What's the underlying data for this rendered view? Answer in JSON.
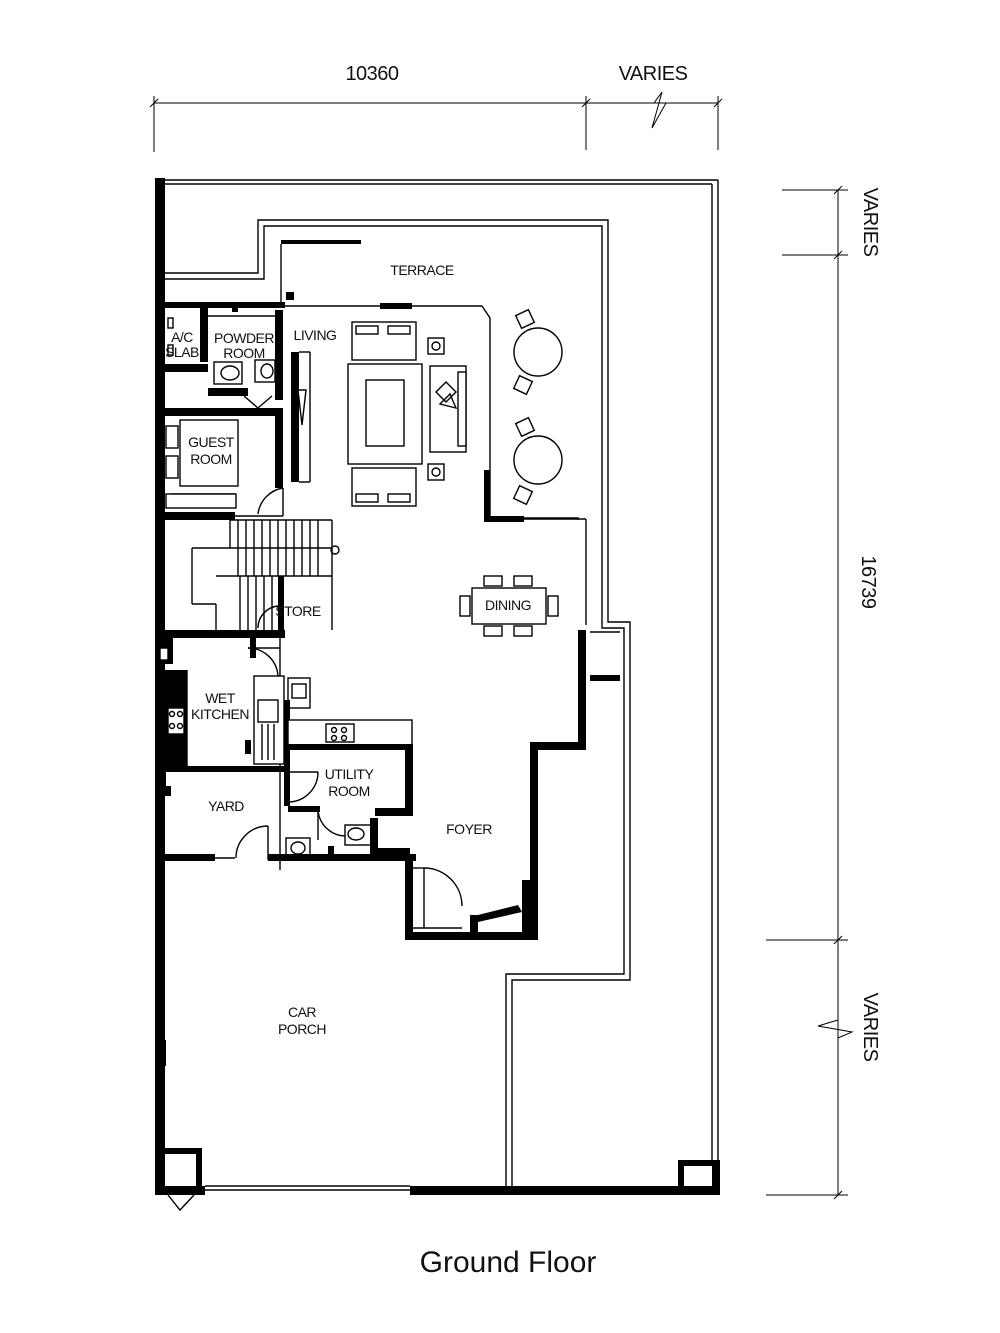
{
  "caption": "Ground Floor",
  "dimensions": {
    "top_width": "10360",
    "top_varies": "VARIES",
    "right_top_varies": "VARIES",
    "right_depth": "16739",
    "right_bottom_varies": "VARIES"
  },
  "rooms": {
    "terrace": "TERRACE",
    "living": "LIVING",
    "ac_slab_1": "A/C",
    "ac_slab_2": "SLAB",
    "powder_room_1": "POWDER",
    "powder_room_2": "ROOM",
    "guest_room_1": "GUEST",
    "guest_room_2": "ROOM",
    "store": "STORE",
    "dining": "DINING",
    "wet_kitchen_1": "WET",
    "wet_kitchen_2": "KITCHEN",
    "utility_room_1": "UTILITY",
    "utility_room_2": "ROOM",
    "yard": "YARD",
    "foyer": "FOYER",
    "car_porch_1": "CAR",
    "car_porch_2": "PORCH"
  }
}
